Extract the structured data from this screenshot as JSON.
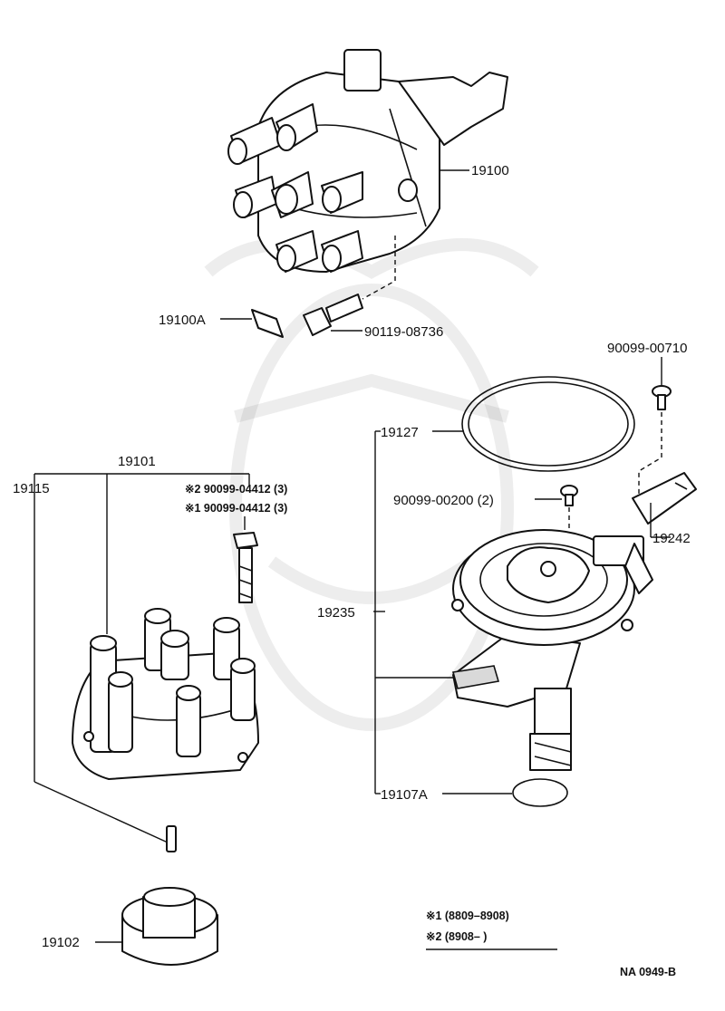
{
  "labels": {
    "p19100": "19100",
    "p19100A": "19100A",
    "p90119_08736": "90119-08736",
    "p90099_00710": "90099-00710",
    "p19127": "19127",
    "p19101": "19101",
    "p19115": "19115",
    "p2_90099_04412": "※2 90099-04412 (3)",
    "p1_90099_04412": "※1 90099-04412 (3)",
    "p90099_00200": "90099-00200 (2)",
    "p19242": "19242",
    "p19235": "19235",
    "p19107A": "19107A",
    "p19102": "19102"
  },
  "legend": {
    "note1": "※1 (8809–8908)",
    "note2": "※2 (8908–          )"
  },
  "footer": {
    "code": "NA 0949-B"
  }
}
